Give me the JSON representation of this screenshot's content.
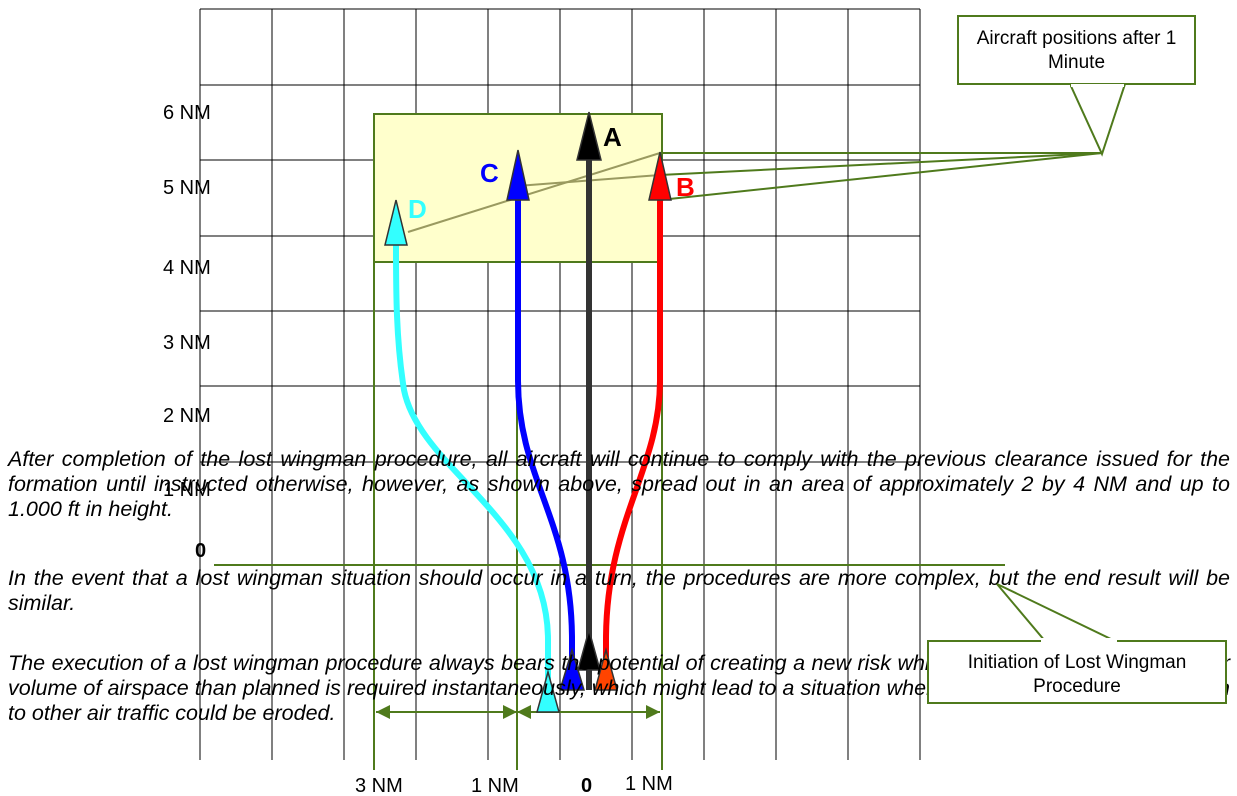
{
  "y_axis_labels": [
    "6 NM",
    "5 NM",
    "4 NM",
    "3 NM",
    "2 NM",
    "1 NM",
    "0"
  ],
  "x_axis_labels": [
    "3 NM",
    "1 NM",
    "0",
    "1 NM"
  ],
  "aircraft": [
    {
      "label": "A",
      "color": "#000000"
    },
    {
      "label": "B",
      "color": "#ff0000"
    },
    {
      "label": "C",
      "color": "#0000ff"
    },
    {
      "label": "D",
      "color": "#33ffff"
    }
  ],
  "callouts": {
    "top": "Aircraft positions after 1 Minute",
    "bottom": "Initiation of Lost Wingman Procedure"
  },
  "paragraphs": [
    "After completion of the lost wingman procedure, all aircraft will continue to comply with the previous clearance issued for the formation until instructed otherwise, however, as shown above, spread out in an area of approximately 2 by 4 NM and up to 1.000 ft in height.",
    "In the event that a lost wingman situation should occur in a turn, the procedures are more complex, but the end result will be similar.",
    "The execution of a lost wingman procedure always bears the potential of creating a new risk while mitigating one, since a larger volume of airspace than planned is required instantaneously, which might lead to a situation where minimum required separation to other air traffic could be eroded."
  ]
}
